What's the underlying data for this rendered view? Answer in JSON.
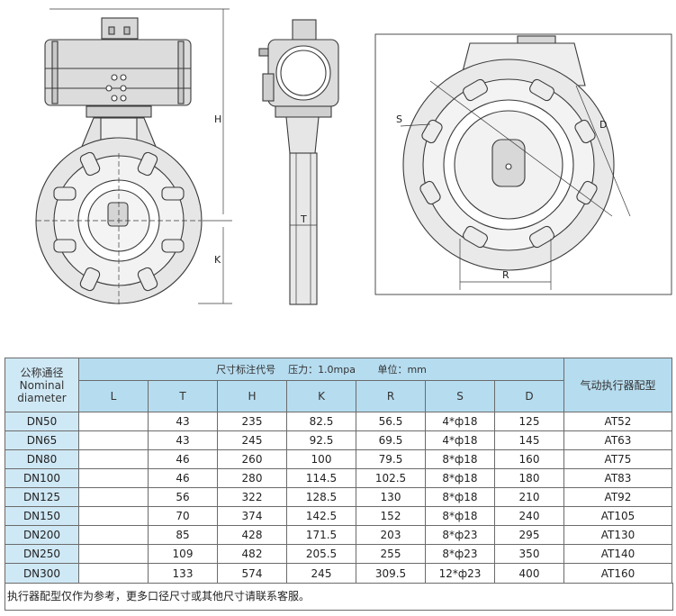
{
  "drawing": {
    "labels": {
      "H": "H",
      "K": "K",
      "T": "T",
      "S": "S",
      "D": "D",
      "R": "R"
    }
  },
  "table": {
    "first_header": "公称通径\nNominal\ndiameter",
    "spec_header": "尺寸标注代号    压力：1.0mpa       单位：mm",
    "actuator_header": "气动执行器配型",
    "columns": [
      "L",
      "T",
      "H",
      "K",
      "R",
      "S",
      "D"
    ],
    "rows": [
      {
        "dn": "DN50",
        "L": "",
        "T": "43",
        "H": "235",
        "K": "82.5",
        "R": "56.5",
        "S": "4*ф18",
        "D": "125",
        "actuator": "AT52"
      },
      {
        "dn": "DN65",
        "L": "",
        "T": "43",
        "H": "245",
        "K": "92.5",
        "R": "69.5",
        "S": "4*ф18",
        "D": "145",
        "actuator": "AT63"
      },
      {
        "dn": "DN80",
        "L": "",
        "T": "46",
        "H": "260",
        "K": "100",
        "R": "79.5",
        "S": "8*ф18",
        "D": "160",
        "actuator": "AT75"
      },
      {
        "dn": "DN100",
        "L": "",
        "T": "46",
        "H": "280",
        "K": "114.5",
        "R": "102.5",
        "S": "8*ф18",
        "D": "180",
        "actuator": "AT83"
      },
      {
        "dn": "DN125",
        "L": "",
        "T": "56",
        "H": "322",
        "K": "128.5",
        "R": "130",
        "S": "8*ф18",
        "D": "210",
        "actuator": "AT92"
      },
      {
        "dn": "DN150",
        "L": "",
        "T": "70",
        "H": "374",
        "K": "142.5",
        "R": "152",
        "S": "8*ф18",
        "D": "240",
        "actuator": "AT105"
      },
      {
        "dn": "DN200",
        "L": "",
        "T": "85",
        "H": "428",
        "K": "171.5",
        "R": "203",
        "S": "8*ф23",
        "D": "295",
        "actuator": "AT130"
      },
      {
        "dn": "DN250",
        "L": "",
        "T": "109",
        "H": "482",
        "K": "205.5",
        "R": "255",
        "S": "8*ф23",
        "D": "350",
        "actuator": "AT140"
      },
      {
        "dn": "DN300",
        "L": "",
        "T": "133",
        "H": "574",
        "K": "245",
        "R": "309.5",
        "S": "12*ф23",
        "D": "400",
        "actuator": "AT160"
      }
    ],
    "note": "执行器配型仅作为参考，更多口径尺寸或其他尺寸请联系客服。"
  }
}
